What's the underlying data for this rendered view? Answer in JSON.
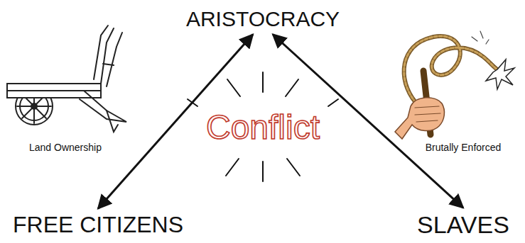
{
  "diagram": {
    "nodes": [
      {
        "text": [
          "ARISTOCRACY"
        ]
      },
      {
        "text": [
          "FREE CITIZENS"
        ]
      },
      {
        "text": [
          "SLAVES"
        ]
      }
    ],
    "edges": [
      {
        "from": 0,
        "to": 1,
        "arrow": "both"
      },
      {
        "from": 0,
        "to": 2,
        "arrow": "both"
      }
    ],
    "labels": [
      "Land Ownership",
      "Brutally Enforced",
      "Conflict"
    ]
  }
}
